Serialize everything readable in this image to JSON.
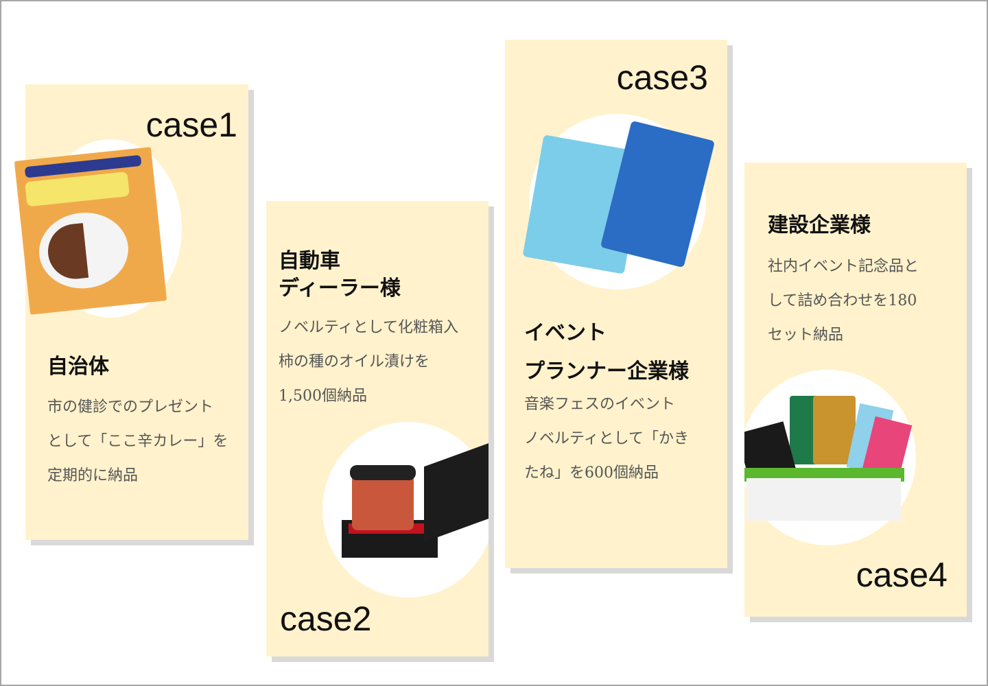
{
  "cases": [
    {
      "label": "case1",
      "title": [
        "自治体"
      ],
      "body": [
        "市の健診でのプレゼント",
        "として「ここ辛カレー」を",
        "定期的に納品"
      ]
    },
    {
      "label": "case2",
      "title": [
        "自動車",
        "ディーラー様"
      ],
      "body": [
        "ノベルティとして化粧箱入",
        "柿の種のオイル漬けを",
        "1,500個納品"
      ]
    },
    {
      "label": "case3",
      "title": [
        "イベント",
        "プランナー企業様"
      ],
      "body": [
        "音楽フェスのイベント",
        "ノベルティとして「かき",
        "たね」を600個納品"
      ]
    },
    {
      "label": "case4",
      "title": [
        "建設企業様"
      ],
      "body": [
        "社内イベント記念品と",
        "して詰め合わせを180",
        "セット納品"
      ]
    }
  ]
}
